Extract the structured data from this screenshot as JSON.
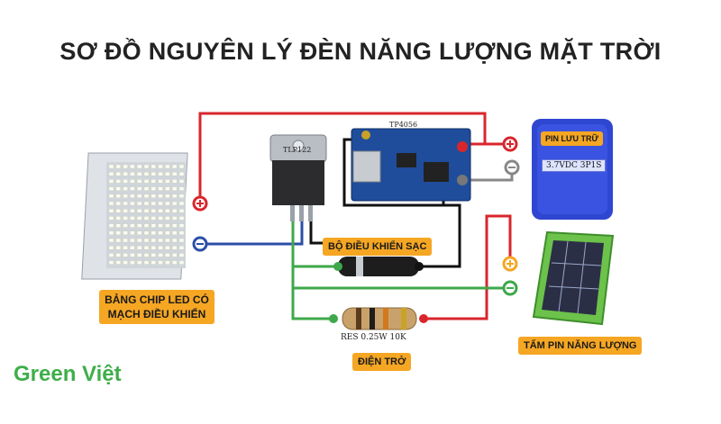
{
  "title": "SƠ ĐỒ NGUYÊN LÝ ĐÈN NĂNG LƯỢNG MẶT TRỜI",
  "labels": {
    "led_board": "BẢNG CHIP LED CÓ MẠCH ĐIỀU KHIỂN",
    "charge_controller": "BỘ ĐIỀU KHIỂN SẠC",
    "resistor": "ĐIỆN TRỞ",
    "solar_panel": "TẤM PIN NĂNG LƯỢNG",
    "battery": "PIN LƯU TRỮ"
  },
  "chips": {
    "charger_ic": "TP4056",
    "transistor": "TLP122",
    "battery_spec": "3.7VDC 3P1S",
    "resistor_spec": "RES 0.25W 10K"
  },
  "brand": "Green Việt",
  "colors": {
    "positive_wire": "#d8262c",
    "negative_wire": "#2b4fa8",
    "ground_wire": "#111111",
    "green_wire": "#3ea84a",
    "label_bg": "#f5a623",
    "brand": "#3fae49"
  },
  "icons": [
    "plus-terminal-icon",
    "minus-terminal-icon"
  ]
}
